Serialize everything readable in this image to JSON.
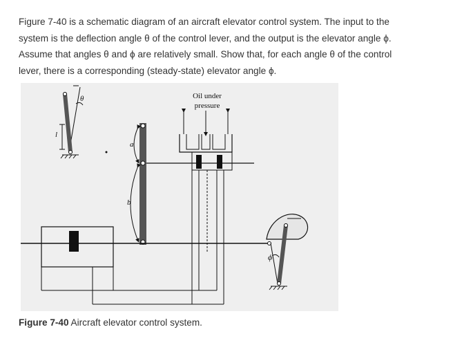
{
  "problem_text": "Figure 7-40 is a schematic diagram of an aircraft elevator control system. The input to the system is the deflection angle θ of the control lever, and the output is the elevator angle ϕ. Assume that angles θ and ϕ are relatively small. Show that, for each angle θ of the control lever, there is a corresponding (steady-state) elevator angle ϕ.",
  "diagram": {
    "oil_label_line1": "Oil under",
    "oil_label_line2": "pressure",
    "theta_symbol": "θ",
    "l_symbol": "l",
    "a_symbol": "a",
    "b_symbol": "b",
    "phi_symbol": "ϕ"
  },
  "caption": {
    "label": "Figure 7-40",
    "text": " Aircraft elevator control system."
  }
}
